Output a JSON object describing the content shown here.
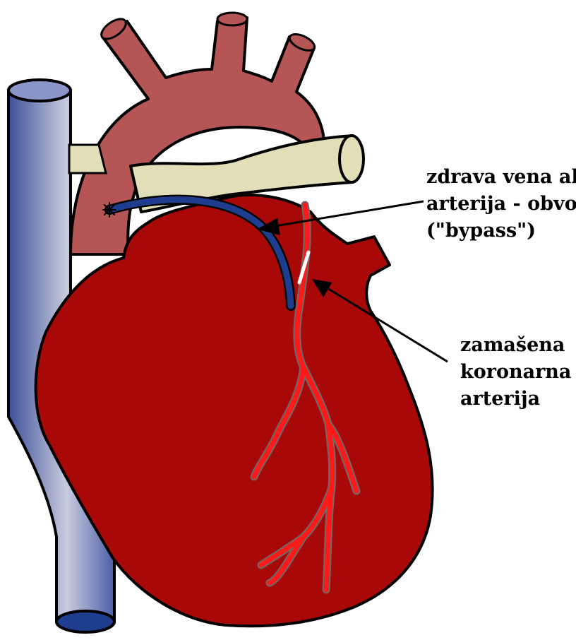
{
  "labels": {
    "bypass": [
      "zdrava vena ali",
      "arterija - obvod",
      "(\"bypass\")"
    ],
    "blocked_artery": [
      "zamašena",
      "koronarna",
      "arterija"
    ]
  },
  "colors": {
    "heart": "#a80808",
    "aorta": "#b55555",
    "vena_cava": "#4a5ea8",
    "pulmonary_artery": "#e2dfb8",
    "bypass_graft": "#1e3d8f",
    "coronary_artery": "#ff1a1a",
    "outline": "#000000"
  }
}
